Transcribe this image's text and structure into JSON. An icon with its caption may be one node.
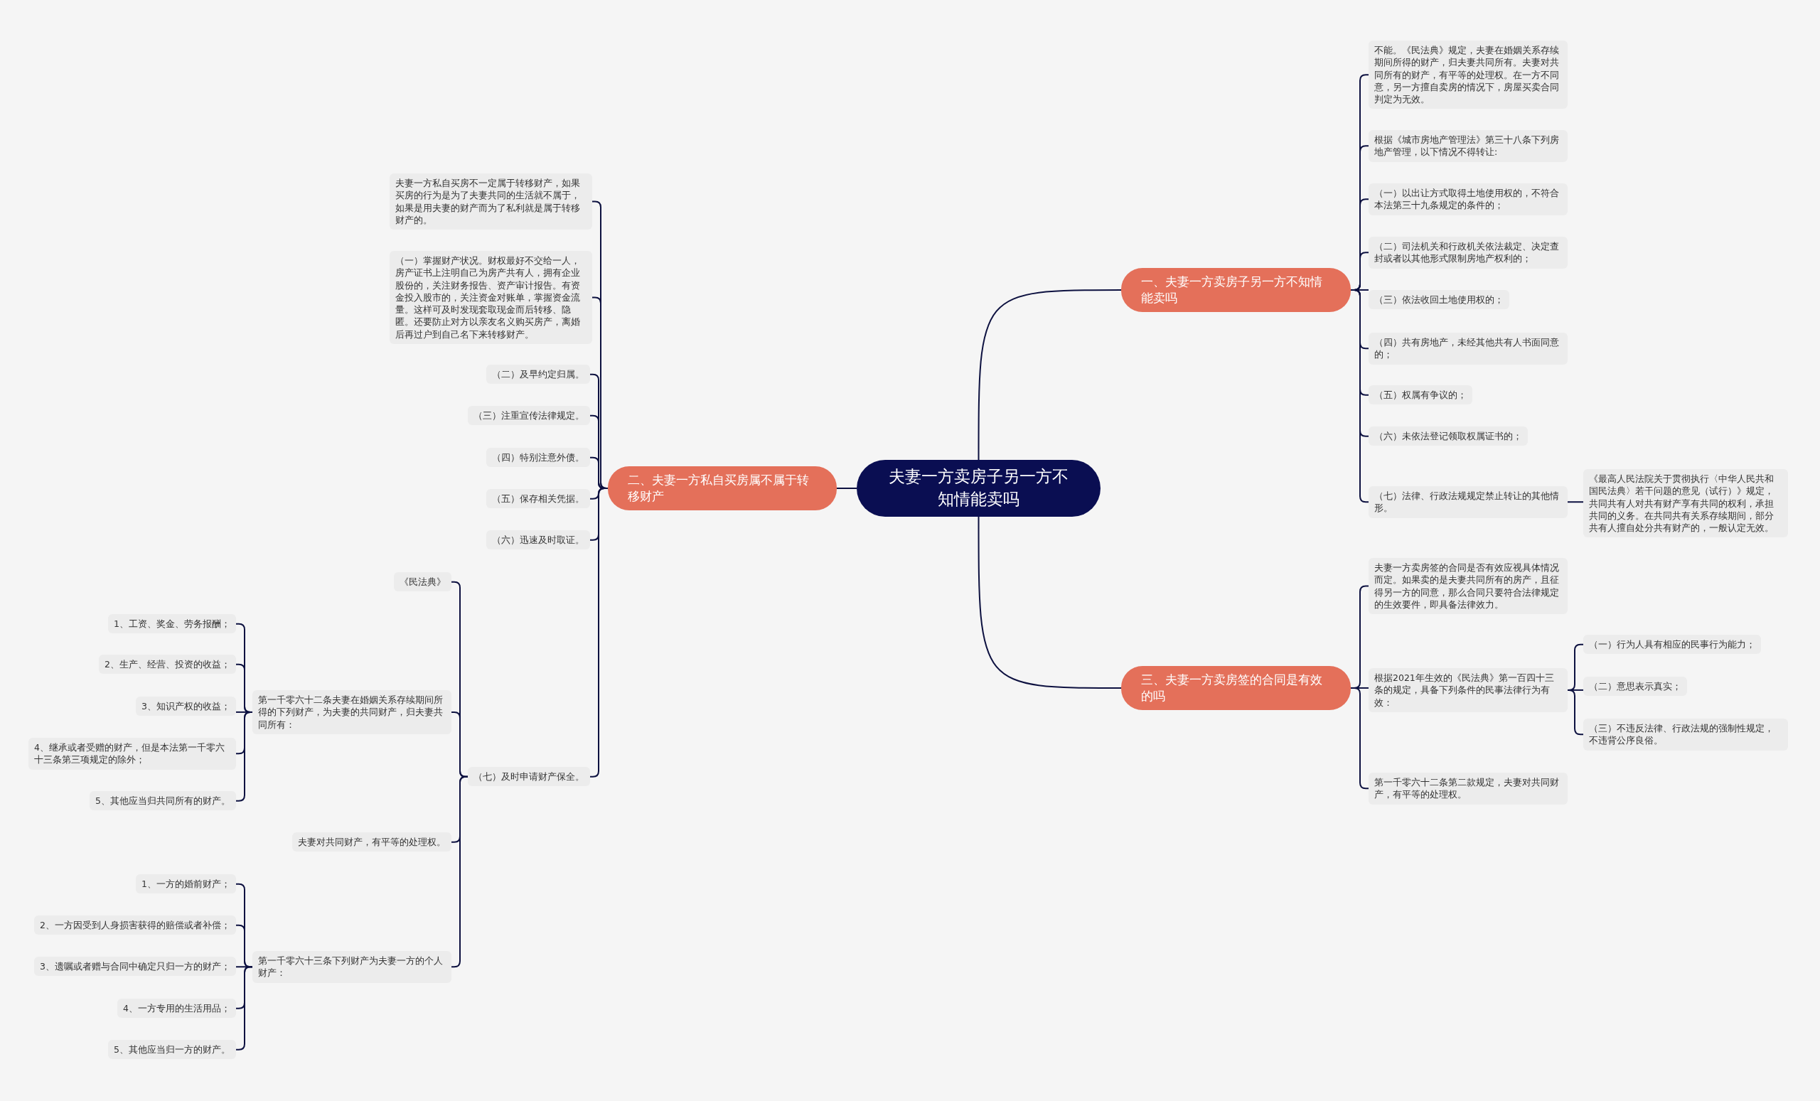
{
  "diagram": {
    "nodes": [
      {
        "text": [
          "夫妻一方卖房子另一方不知情能卖吗"
        ]
      },
      {
        "text": [
          "一、夫妻一方卖房子另一方不知情能卖吗"
        ]
      },
      {
        "text": [
          "二、夫妻一方私自买房属不属于转移财产"
        ]
      },
      {
        "text": [
          "三、夫妻一方卖房签的合同是有效的吗"
        ]
      },
      {
        "text": [
          "不能。《民法典》规定，夫妻在婚姻关系存续期间所得的财产，归夫妻共同所有。夫妻对共同所有的财产，有平等的处理权。在一方不同意，另一方擅自卖房的情况下，房屋买卖合同判定为无效。"
        ]
      },
      {
        "text": [
          "根据《城市房地产管理法》第三十八条下列房地产管理，以下情况不得转让:"
        ]
      },
      {
        "text": [
          "（一）以出让方式取得土地使用权的，不符合本法第三十九条规定的条件的；"
        ]
      },
      {
        "text": [
          "（二）司法机关和行政机关依法裁定、决定查封或者以其他形式限制房地产权利的；"
        ]
      },
      {
        "text": [
          "（三）依法收回土地使用权的；"
        ]
      },
      {
        "text": [
          "（四）共有房地产，未经其他共有人书面同意的；"
        ]
      },
      {
        "text": [
          "（五）权属有争议的；"
        ]
      },
      {
        "text": [
          "（六）未依法登记领取权属证书的；"
        ]
      },
      {
        "text": [
          "（七）法律、行政法规规定禁止转让的其他情形。"
        ]
      },
      {
        "text": [
          "《最高人民法院关于贯彻执行〈中华人民共和国民法典〉若干问题的意见（试行）》规定，共同共有人对共有财产享有共同的权利，承担共同的义务。在共同共有关系存续期间，部分共有人擅自处分共有财产的，一般认定无效。"
        ]
      },
      {
        "text": [
          "夫妻一方卖房签的合同是否有效应视具体情况而定。如果卖的是夫妻共同所有的房产，且征得另一方的同意，那么合同只要符合法律规定的生效要件，即具备法律效力。"
        ]
      },
      {
        "text": [
          "根据2021年生效的《民法典》第一百四十三条的规定，具备下列条件的民事法律行为有效："
        ]
      },
      {
        "text": [
          "第一千零六十二条第二款规定，夫妻对共同财产，有平等的处理权。"
        ]
      },
      {
        "text": [
          "（一）行为人具有相应的民事行为能力；"
        ]
      },
      {
        "text": [
          "（二）意思表示真实；"
        ]
      },
      {
        "text": [
          "（三）不违反法律、行政法规的强制性规定，不违背公序良俗。"
        ]
      },
      {
        "text": [
          "夫妻一方私自买房不一定属于转移财产，如果买房的行为是为了夫妻共同的生活就不属于，如果是用夫妻的财产而为了私利就是属于转移财产的。"
        ]
      },
      {
        "text": [
          "（一）掌握财产状况。财权最好不交给一人，房产证书上注明自己为房产共有人，拥有企业股份的，关注财务报告、资产审计报告。有资金投入股市的，关注资金对账单，掌握资金流量。这样可及时发现套取现金而后转移、隐匿。还要防止对方以亲友名义购买房产，离婚后再过户到自己名下来转移财产。"
        ]
      },
      {
        "text": [
          "（二）及早约定归属。"
        ]
      },
      {
        "text": [
          "（三）注重宣传法律规定。"
        ]
      },
      {
        "text": [
          "（四）特别注意外债。"
        ]
      },
      {
        "text": [
          "（五）保存相关凭据。"
        ]
      },
      {
        "text": [
          "（六）迅速及时取证。"
        ]
      },
      {
        "text": [
          "（七）及时申请财产保全。"
        ]
      },
      {
        "text": [
          "《民法典》"
        ]
      },
      {
        "text": [
          "第一千零六十二条夫妻在婚姻关系存续期间所得的下列财产，为夫妻的共同财产，归夫妻共同所有："
        ]
      },
      {
        "text": [
          "1、工资、奖金、劳务报酬；"
        ]
      },
      {
        "text": [
          "2、生产、经营、投资的收益；"
        ]
      },
      {
        "text": [
          "3、知识产权的收益；"
        ]
      },
      {
        "text": [
          "4、继承或者受赠的财产，但是本法第一千零六十三条第三项规定的除外；"
        ]
      },
      {
        "text": [
          "5、其他应当归共同所有的财产。"
        ]
      },
      {
        "text": [
          "夫妻对共同财产，有平等的处理权。"
        ]
      },
      {
        "text": [
          "第一千零六十三条下列财产为夫妻一方的个人财产："
        ]
      },
      {
        "text": [
          "1、一方的婚前财产；"
        ]
      },
      {
        "text": [
          "2、一方因受到人身损害获得的赔偿或者补偿；"
        ]
      },
      {
        "text": [
          "3、遗嘱或者赠与合同中确定只归一方的财产；"
        ]
      },
      {
        "text": [
          "4、一方专用的生活用品；"
        ]
      },
      {
        "text": [
          "5、其他应当归一方的财产。"
        ]
      }
    ],
    "edges": [
      {
        "from": 0,
        "to": 1,
        "arrow": "none"
      },
      {
        "from": 0,
        "to": 2,
        "arrow": "none"
      },
      {
        "from": 0,
        "to": 3,
        "arrow": "none"
      },
      {
        "from": 1,
        "to": 4,
        "arrow": "none"
      },
      {
        "from": 1,
        "to": 5,
        "arrow": "none"
      },
      {
        "from": 1,
        "to": 6,
        "arrow": "none"
      },
      {
        "from": 1,
        "to": 7,
        "arrow": "none"
      },
      {
        "from": 1,
        "to": 8,
        "arrow": "none"
      },
      {
        "from": 1,
        "to": 9,
        "arrow": "none"
      },
      {
        "from": 1,
        "to": 10,
        "arrow": "none"
      },
      {
        "from": 1,
        "to": 11,
        "arrow": "none"
      },
      {
        "from": 1,
        "to": 12,
        "arrow": "none"
      },
      {
        "from": 12,
        "to": 13,
        "arrow": "none"
      },
      {
        "from": 3,
        "to": 14,
        "arrow": "none"
      },
      {
        "from": 3,
        "to": 15,
        "arrow": "none"
      },
      {
        "from": 3,
        "to": 16,
        "arrow": "none"
      },
      {
        "from": 15,
        "to": 17,
        "arrow": "none"
      },
      {
        "from": 15,
        "to": 18,
        "arrow": "none"
      },
      {
        "from": 15,
        "to": 19,
        "arrow": "none"
      },
      {
        "from": 2,
        "to": 20,
        "arrow": "none"
      },
      {
        "from": 2,
        "to": 21,
        "arrow": "none"
      },
      {
        "from": 2,
        "to": 22,
        "arrow": "none"
      },
      {
        "from": 2,
        "to": 23,
        "arrow": "none"
      },
      {
        "from": 2,
        "to": 24,
        "arrow": "none"
      },
      {
        "from": 2,
        "to": 25,
        "arrow": "none"
      },
      {
        "from": 2,
        "to": 26,
        "arrow": "none"
      },
      {
        "from": 2,
        "to": 27,
        "arrow": "none"
      },
      {
        "from": 27,
        "to": 28,
        "arrow": "none"
      },
      {
        "from": 27,
        "to": 29,
        "arrow": "none"
      },
      {
        "from": 27,
        "to": 35,
        "arrow": "none"
      },
      {
        "from": 27,
        "to": 36,
        "arrow": "none"
      },
      {
        "from": 29,
        "to": 30,
        "arrow": "none"
      },
      {
        "from": 29,
        "to": 31,
        "arrow": "none"
      },
      {
        "from": 29,
        "to": 32,
        "arrow": "none"
      },
      {
        "from": 29,
        "to": 33,
        "arrow": "none"
      },
      {
        "from": 29,
        "to": 34,
        "arrow": "none"
      },
      {
        "from": 36,
        "to": 37,
        "arrow": "none"
      },
      {
        "from": 36,
        "to": 38,
        "arrow": "none"
      },
      {
        "from": 36,
        "to": 39,
        "arrow": "none"
      },
      {
        "from": 36,
        "to": 40,
        "arrow": "none"
      },
      {
        "from": 36,
        "to": 41,
        "arrow": "none"
      }
    ]
  }
}
